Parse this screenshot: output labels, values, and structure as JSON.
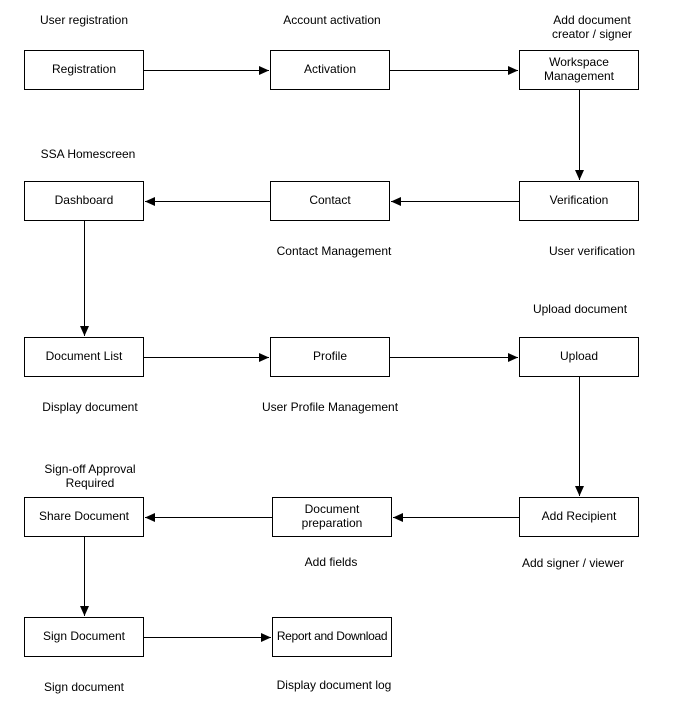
{
  "diagram": {
    "type": "flowchart",
    "colors": {
      "background": "#ffffff",
      "node_fill": "#ffffff",
      "node_border": "#000000",
      "line": "#000000",
      "text": "#000000"
    },
    "nodes": [
      {
        "id": "registration",
        "label": "Registration"
      },
      {
        "id": "activation",
        "label": "Activation"
      },
      {
        "id": "workspace-management",
        "label": "Workspace\nManagement"
      },
      {
        "id": "dashboard",
        "label": "Dashboard"
      },
      {
        "id": "contact",
        "label": "Contact"
      },
      {
        "id": "verification",
        "label": "Verification"
      },
      {
        "id": "document-list",
        "label": "Document List"
      },
      {
        "id": "profile",
        "label": "Profile"
      },
      {
        "id": "upload",
        "label": "Upload"
      },
      {
        "id": "share-document",
        "label": "Share Document"
      },
      {
        "id": "document-preparation",
        "label": "Document\npreparation"
      },
      {
        "id": "add-recipient",
        "label": "Add Recipient"
      },
      {
        "id": "sign-document",
        "label": "Sign Document"
      },
      {
        "id": "report-and-download",
        "label": "Report and Download"
      }
    ],
    "captions": [
      {
        "id": "user-registration",
        "text": "User registration"
      },
      {
        "id": "account-activation",
        "text": "Account activation"
      },
      {
        "id": "add-document-creator-signer",
        "text": "Add document creator / signer"
      },
      {
        "id": "ssa-homescreen",
        "text": "SSA Homescreen"
      },
      {
        "id": "contact-management",
        "text": "Contact Management"
      },
      {
        "id": "user-verification",
        "text": "User verification"
      },
      {
        "id": "upload-document",
        "text": "Upload document"
      },
      {
        "id": "display-document",
        "text": "Display document"
      },
      {
        "id": "user-profile-management",
        "text": "User Profile Management"
      },
      {
        "id": "sign-off-approval-required",
        "text": "Sign-off Approval\nRequired"
      },
      {
        "id": "add-fields",
        "text": "Add fields"
      },
      {
        "id": "add-signer-viewer",
        "text": "Add signer / viewer"
      },
      {
        "id": "sign-document",
        "text": "Sign document"
      },
      {
        "id": "display-document-log",
        "text": "Display document log"
      }
    ],
    "edges": [
      {
        "from": "Registration",
        "to": "Activation"
      },
      {
        "from": "Activation",
        "to": "Workspace Management"
      },
      {
        "from": "Workspace Management",
        "to": "Verification"
      },
      {
        "from": "Verification",
        "to": "Contact"
      },
      {
        "from": "Contact",
        "to": "Dashboard"
      },
      {
        "from": "Dashboard",
        "to": "Document List"
      },
      {
        "from": "Document List",
        "to": "Profile"
      },
      {
        "from": "Profile",
        "to": "Upload"
      },
      {
        "from": "Upload",
        "to": "Add Recipient"
      },
      {
        "from": "Add Recipient",
        "to": "Document preparation"
      },
      {
        "from": "Document preparation",
        "to": "Share Document"
      },
      {
        "from": "Share Document",
        "to": "Sign Document"
      },
      {
        "from": "Sign Document",
        "to": "Report and Download"
      }
    ]
  }
}
